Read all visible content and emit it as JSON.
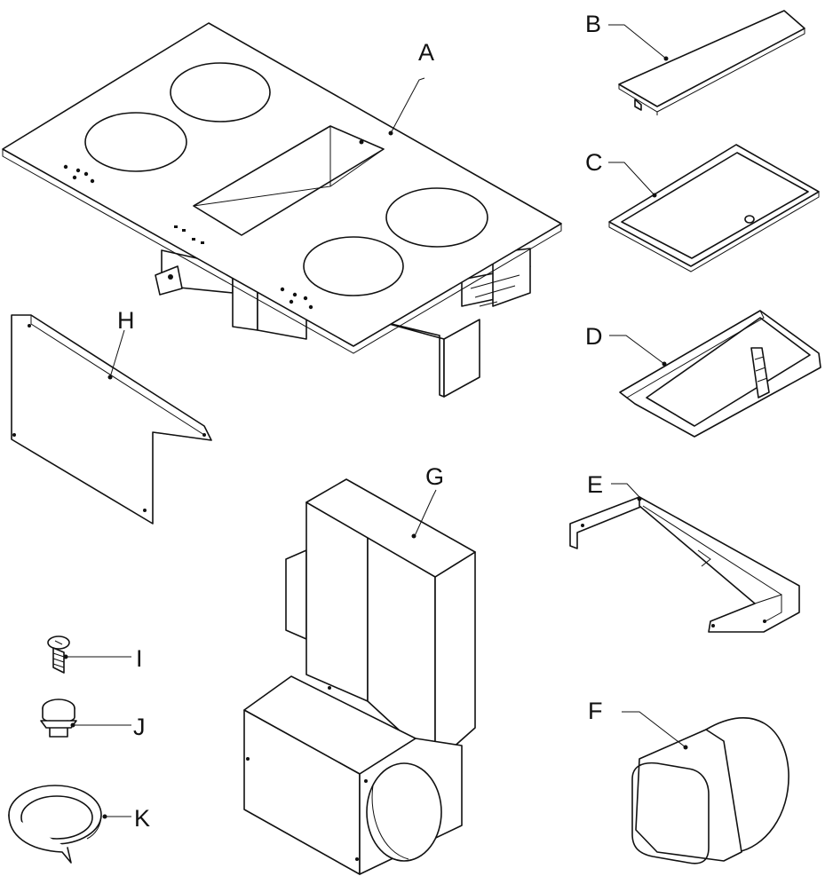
{
  "parts": [
    {
      "id": "A",
      "label": "A",
      "name": "cooktop"
    },
    {
      "id": "B",
      "label": "B",
      "name": "cover-plate"
    },
    {
      "id": "C",
      "label": "C",
      "name": "grease-filter-frame"
    },
    {
      "id": "D",
      "label": "D",
      "name": "drip-tray"
    },
    {
      "id": "E",
      "label": "E",
      "name": "bracket"
    },
    {
      "id": "F",
      "label": "F",
      "name": "duct-adapter"
    },
    {
      "id": "G",
      "label": "G",
      "name": "fan-unit"
    },
    {
      "id": "H",
      "label": "H",
      "name": "rear-panel"
    },
    {
      "id": "I",
      "label": "I",
      "name": "screw"
    },
    {
      "id": "J",
      "label": "J",
      "name": "mounting-bolt"
    },
    {
      "id": "K",
      "label": "K",
      "name": "sealing-tape"
    }
  ]
}
